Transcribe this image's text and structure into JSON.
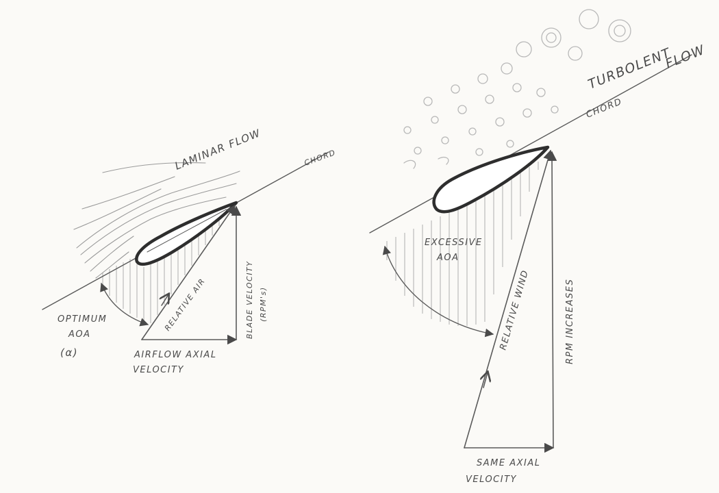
{
  "left_diagram": {
    "flow_label": "LAMINAR FLOW",
    "chord_label": "CHORD",
    "aoa_label": "OPTIMUM",
    "aoa_label_2": "AOA",
    "aoa_symbol": "(α)",
    "relative_label": "RELATIVE AIR",
    "blade_label": "BLADE VELOCITY",
    "blade_label_2": "(RPM's)",
    "axial_label": "AIRFLOW AXIAL",
    "axial_label_2": "VELOCITY"
  },
  "right_diagram": {
    "flow_label": "TURBOLENT",
    "flow_label_2": "FLOW",
    "chord_label": "CHORD",
    "aoa_label": "EXCESSIVE",
    "aoa_label_2": "AOA",
    "relative_label": "RELATIVE WIND",
    "rpm_label": "RPM INCREASES",
    "axial_label": "SAME AXIAL",
    "axial_label_2": "VELOCITY"
  },
  "colors": {
    "paper": "#fbfaf7",
    "pencil": "#5a5a5a",
    "airfoil_outline": "#2e2e2e"
  }
}
